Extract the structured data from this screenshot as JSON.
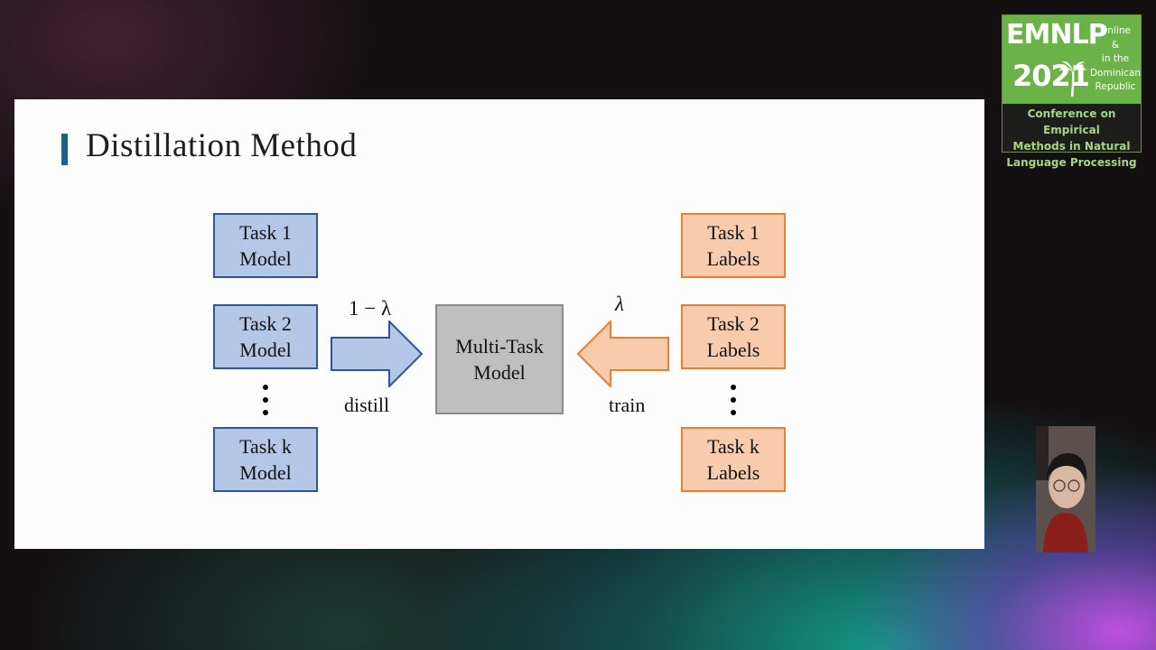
{
  "slide": {
    "title": "Distillation Method"
  },
  "diagram": {
    "models": [
      {
        "line1": "Task 1",
        "line2": "Model"
      },
      {
        "line1": "Task 2",
        "line2": "Model"
      },
      {
        "line1": "Task k",
        "line2": "Model"
      }
    ],
    "labels": [
      {
        "line1": "Task 1",
        "line2": "Labels"
      },
      {
        "line1": "Task 2",
        "line2": "Labels"
      },
      {
        "line1": "Task k",
        "line2": "Labels"
      }
    ],
    "multitask": {
      "line1": "Multi-Task",
      "line2": "Model"
    },
    "distill_weight": "1 − λ",
    "distill_label": "distill",
    "train_weight": "λ",
    "train_label": "train",
    "colors": {
      "model_fill": "#b4c7e7",
      "model_border": "#2f5597",
      "label_fill": "#f8cbad",
      "label_border": "#ed7d31",
      "multitask_fill": "#bfbfbf"
    }
  },
  "badge": {
    "name": "EMNLP",
    "year": "2021",
    "location_lines": [
      "Online",
      "&",
      "in the",
      "Dominican",
      "Republic"
    ],
    "conference_lines": [
      "Conference on Empirical",
      "Methods in Natural",
      "Language Processing"
    ]
  },
  "speaker_video": {
    "icon": "webcam-feed"
  }
}
